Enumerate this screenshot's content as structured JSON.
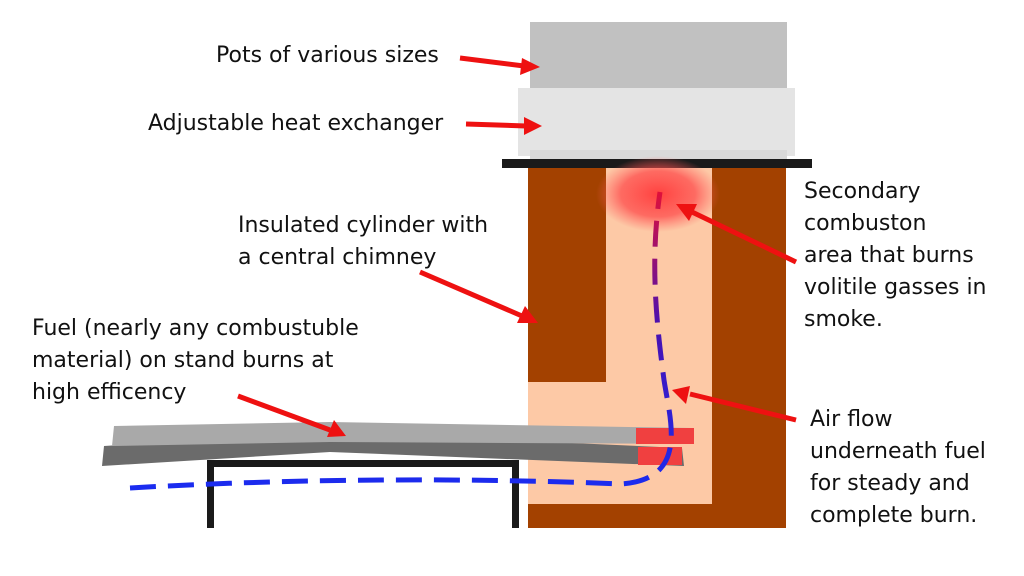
{
  "labels": {
    "pots": "Pots of various sizes",
    "heat_exchanger": "Adjustable heat exchanger",
    "insulated_cylinder": "Insulated cylinder with\na central chimney",
    "fuel": "Fuel (nearly any combustuble\nmaterial) on stand burns at\nhigh efficency",
    "secondary": "Secondary\ncombuston\narea that burns\nvolitile gasses in\nsmoke.",
    "air_flow": "Air flow\nunderneath fuel\nfor steady and\ncomplete burn."
  },
  "colors": {
    "pot": "#c1c1c1",
    "heat_exchanger": "#e4e4e4",
    "insulation": "#a34100",
    "chimney": "#fdc9a6",
    "fuel_light": "#a9a9a9",
    "fuel_dark": "#6b6b6b",
    "ember": "#f04040",
    "arrow": "#ee1111",
    "air_flow": "#1a2cf0",
    "stand": "#1a1a1a"
  }
}
